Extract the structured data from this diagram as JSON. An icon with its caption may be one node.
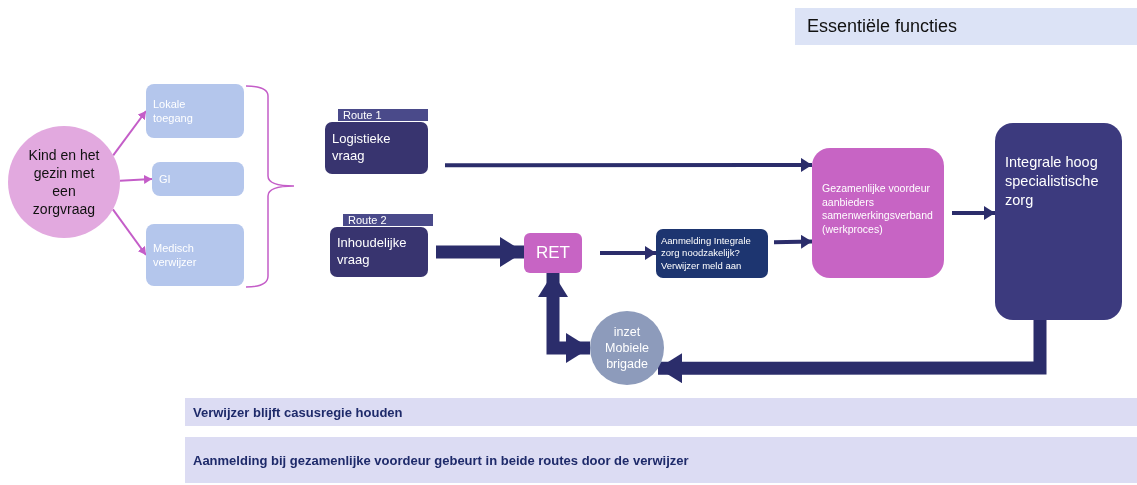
{
  "diagram": {
    "title": "Essentiële functies",
    "nodes": [
      {
        "text": [
          "Kind en het gezin met een zorgvraag"
        ]
      },
      {
        "text": [
          "Lokale toegang"
        ]
      },
      {
        "text": [
          "GI"
        ]
      },
      {
        "text": [
          "Medisch verwijzer"
        ]
      },
      {
        "text": [
          "Route 1",
          "Logistieke vraag"
        ]
      },
      {
        "text": [
          "Route 2",
          "Inhoudelijke vraag"
        ]
      },
      {
        "text": [
          "RET"
        ]
      },
      {
        "text": [
          "Aanmelding Integrale zorg noodzakelijk? Verwijzer meld aan"
        ]
      },
      {
        "text": [
          "Gezamenlijke voordeur aanbieders samenwerkingsverband (werkproces)"
        ]
      },
      {
        "text": [
          "Integrale hoog specialistische zorg"
        ]
      },
      {
        "text": [
          "inzet Mobiele brigade"
        ]
      }
    ],
    "edges": [
      {
        "from": 0,
        "to": 1,
        "arrow": "to",
        "color": "#c45dc8"
      },
      {
        "from": 0,
        "to": 2,
        "arrow": "to",
        "color": "#c45dc8"
      },
      {
        "from": 0,
        "to": 3,
        "arrow": "to",
        "color": "#c45dc8"
      },
      {
        "from": 4,
        "to": 8,
        "arrow": "to"
      },
      {
        "from": 5,
        "to": 6,
        "arrow": "to",
        "style": "thick"
      },
      {
        "from": 6,
        "to": 7,
        "arrow": "to"
      },
      {
        "from": 7,
        "to": 8,
        "arrow": "to"
      },
      {
        "from": 8,
        "to": 9,
        "arrow": "to"
      },
      {
        "from": 6,
        "to": 10,
        "arrow": "both",
        "style": "thick"
      },
      {
        "from": 9,
        "to": 10,
        "arrow": "to",
        "style": "thick"
      }
    ],
    "labels": [
      "Verwijzer blijft casusregie houden",
      "Aanmelding bij gezamenlijke voordeur gebeurt in beide routes door de verwijzer"
    ]
  }
}
